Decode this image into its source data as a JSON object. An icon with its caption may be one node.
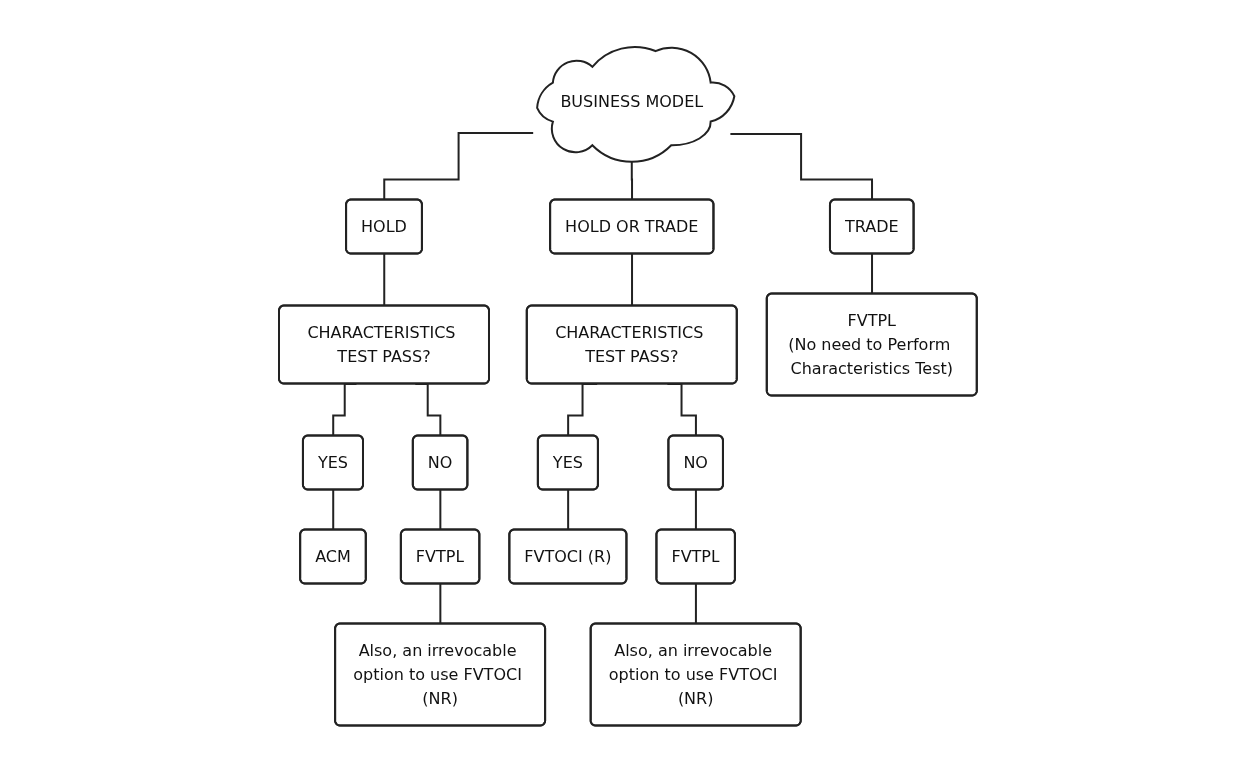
{
  "diagram": {
    "nodes": [
      {
        "text": [
          "BUSINESS MODEL"
        ]
      },
      {
        "text": [
          "HOLD"
        ]
      },
      {
        "text": [
          "HOLD OR TRADE"
        ]
      },
      {
        "text": [
          "TRADE"
        ]
      },
      {
        "text": [
          "CHARACTERISTICS TEST PASS?"
        ]
      },
      {
        "text": [
          "CHARACTERISTICS TEST PASS?"
        ]
      },
      {
        "text": [
          "FVTPL",
          "(No need to Perform Characteristics Test)"
        ]
      },
      {
        "text": [
          "YES"
        ]
      },
      {
        "text": [
          "NO"
        ]
      },
      {
        "text": [
          "YES"
        ]
      },
      {
        "text": [
          "NO"
        ]
      },
      {
        "text": [
          "ACM"
        ]
      },
      {
        "text": [
          "FVTPL"
        ]
      },
      {
        "text": [
          "FVTOCI (R)"
        ]
      },
      {
        "text": [
          "FVTPL"
        ]
      },
      {
        "text": [
          "Also, an irrevocable option to use FVTOCI (NR)"
        ]
      },
      {
        "text": [
          "Also, an irrevocable option to use FVTOCI (NR)"
        ]
      }
    ],
    "edges": [
      {
        "from": 0,
        "to": 1,
        "arrow": "none"
      },
      {
        "from": 0,
        "to": 2,
        "arrow": "none"
      },
      {
        "from": 0,
        "to": 3,
        "arrow": "none"
      },
      {
        "from": 1,
        "to": 4,
        "arrow": "none"
      },
      {
        "from": 2,
        "to": 5,
        "arrow": "none"
      },
      {
        "from": 3,
        "to": 6,
        "arrow": "none"
      },
      {
        "from": 4,
        "to": 7,
        "arrow": "none"
      },
      {
        "from": 4,
        "to": 8,
        "arrow": "none"
      },
      {
        "from": 5,
        "to": 9,
        "arrow": "none"
      },
      {
        "from": 5,
        "to": 10,
        "arrow": "none"
      },
      {
        "from": 7,
        "to": 11,
        "arrow": "none"
      },
      {
        "from": 8,
        "to": 12,
        "arrow": "none"
      },
      {
        "from": 9,
        "to": 13,
        "arrow": "none"
      },
      {
        "from": 10,
        "to": 14,
        "arrow": "none"
      },
      {
        "from": 12,
        "to": 15,
        "arrow": "none"
      },
      {
        "from": 14,
        "to": 16,
        "arrow": "none"
      }
    ]
  }
}
